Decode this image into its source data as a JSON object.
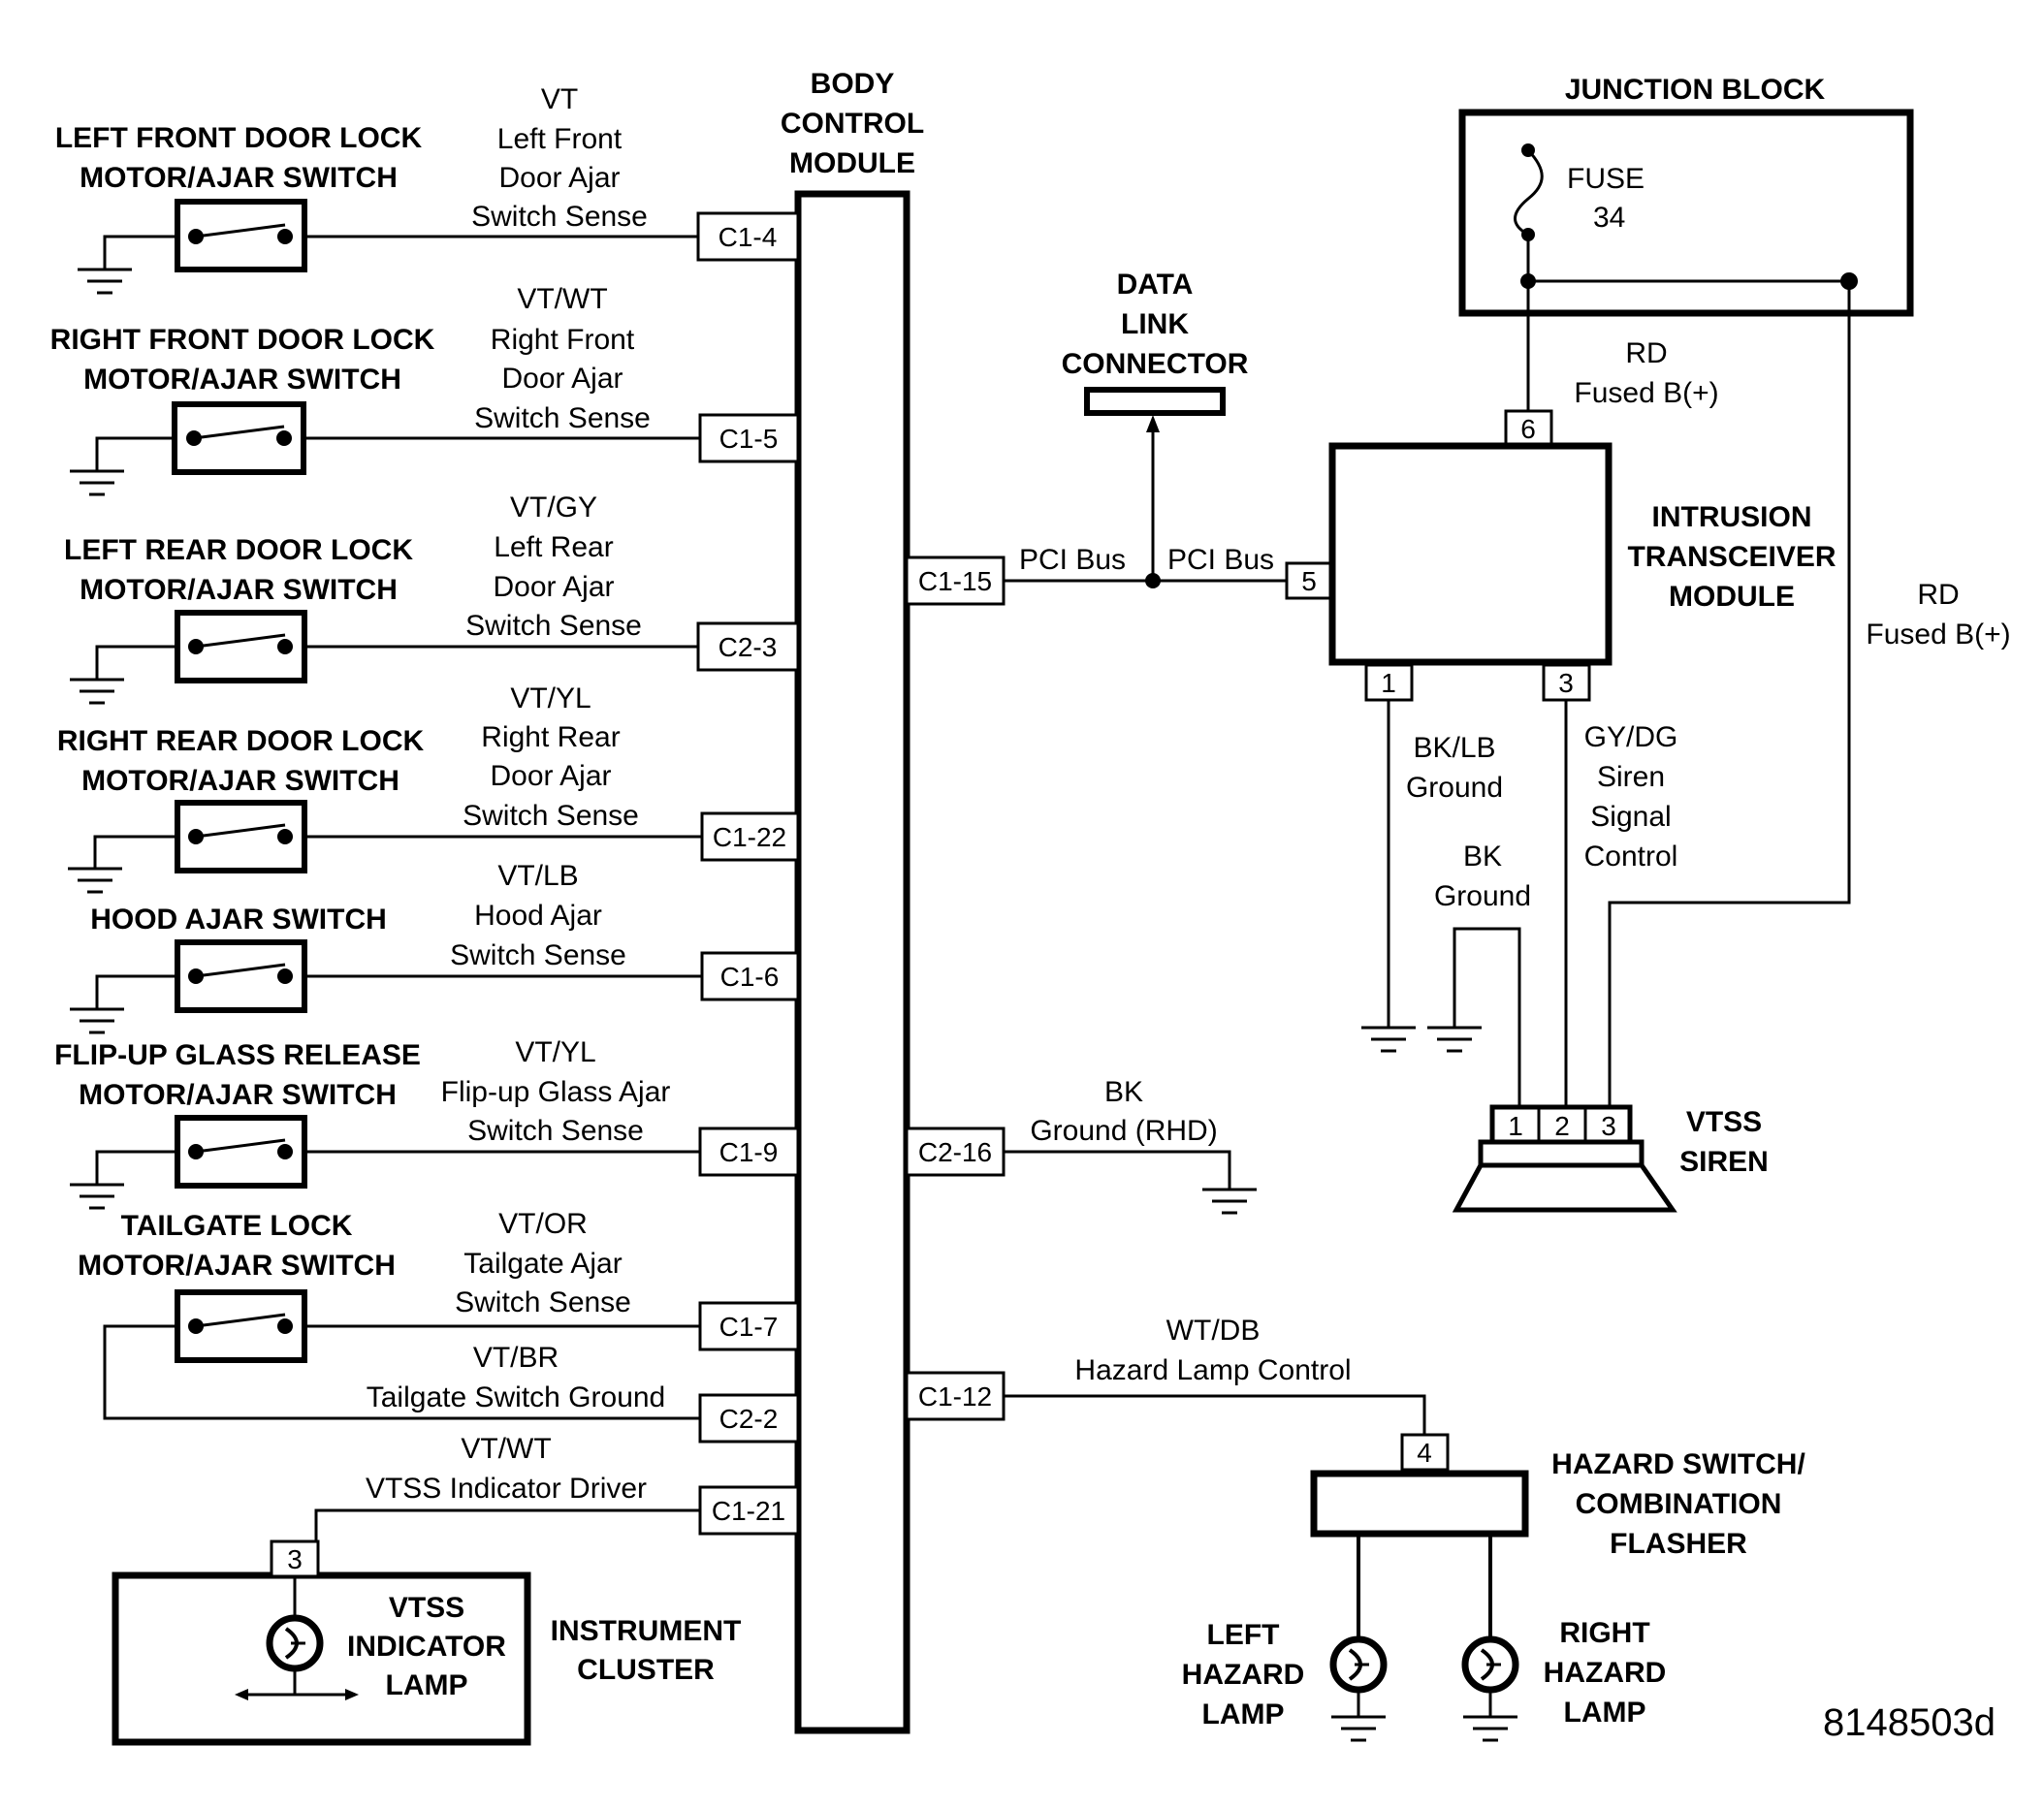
{
  "bcm": {
    "title": [
      "BODY",
      "CONTROL",
      "MODULE"
    ]
  },
  "junction": {
    "title": "JUNCTION BLOCK",
    "fuse": "FUSE",
    "fuse_no": "34"
  },
  "dlc": {
    "title": [
      "DATA",
      "LINK",
      "CONNECTOR"
    ]
  },
  "itm": {
    "title": [
      "INTRUSION",
      "TRANSCEIVER",
      "MODULE"
    ]
  },
  "switches": [
    {
      "title": [
        "LEFT FRONT DOOR LOCK",
        "MOTOR/AJAR SWITCH"
      ],
      "wire": [
        "VT",
        "Left Front",
        "Door Ajar",
        "Switch Sense"
      ],
      "pin": "C1-4"
    },
    {
      "title": [
        "RIGHT FRONT DOOR LOCK",
        "MOTOR/AJAR SWITCH"
      ],
      "wire": [
        "VT/WT",
        "Right Front",
        "Door Ajar",
        "Switch Sense"
      ],
      "pin": "C1-5"
    },
    {
      "title": [
        "LEFT REAR DOOR LOCK",
        "MOTOR/AJAR SWITCH"
      ],
      "wire": [
        "VT/GY",
        "Left Rear",
        "Door Ajar",
        "Switch Sense"
      ],
      "pin": "C2-3"
    },
    {
      "title": [
        "RIGHT REAR DOOR LOCK",
        "MOTOR/AJAR SWITCH"
      ],
      "wire": [
        "VT/YL",
        "Right Rear",
        "Door Ajar",
        "Switch Sense"
      ],
      "pin": "C1-22"
    },
    {
      "title": [
        "HOOD AJAR SWITCH"
      ],
      "wire": [
        "VT/LB",
        "Hood Ajar",
        "Switch Sense"
      ],
      "pin": "C1-6"
    },
    {
      "title": [
        "FLIP-UP GLASS RELEASE",
        "MOTOR/AJAR SWITCH"
      ],
      "wire": [
        "VT/YL",
        "Flip-up Glass Ajar",
        "Switch Sense"
      ],
      "pin": "C1-9"
    },
    {
      "title": [
        "TAILGATE LOCK",
        "MOTOR/AJAR SWITCH"
      ],
      "wire": [
        "VT/OR",
        "Tailgate Ajar",
        "Switch Sense"
      ],
      "pin": "C1-7"
    }
  ],
  "tailgate_ground": {
    "wire": [
      "VT/BR",
      "Tailgate Switch Ground"
    ],
    "pin": "C2-2"
  },
  "vtss_driver": {
    "wire": [
      "VT/WT",
      "VTSS Indicator Driver"
    ],
    "pin": "C1-21",
    "cluster_pin": "3"
  },
  "cluster": {
    "lamp": [
      "VTSS",
      "INDICATOR",
      "LAMP"
    ],
    "title": [
      "INSTRUMENT",
      "CLUSTER"
    ]
  },
  "pci": {
    "pin": "C1-15",
    "left_label": "PCI Bus",
    "right_label": "PCI Bus",
    "itm_pin": "5"
  },
  "fused_top": {
    "wire": [
      "RD",
      "Fused B(+)"
    ],
    "pin": "6"
  },
  "fused_right": {
    "wire": [
      "RD",
      "Fused B(+)"
    ]
  },
  "itm_ground": {
    "pin": "1",
    "wire": [
      "BK/LB",
      "Ground"
    ]
  },
  "siren_signal": {
    "pin": "3",
    "wire": [
      "GY/DG",
      "Siren",
      "Signal",
      "Control"
    ]
  },
  "siren_ground": {
    "wire": [
      "BK",
      "Ground"
    ]
  },
  "siren": {
    "title": [
      "VTSS",
      "SIREN"
    ],
    "pins": [
      "1",
      "2",
      "3"
    ]
  },
  "bcm_ground": {
    "pin": "C2-16",
    "wire": [
      "BK",
      "Ground (RHD)"
    ]
  },
  "hazard": {
    "pin": "C1-12",
    "wire": [
      "WT/DB",
      "Hazard Lamp Control"
    ],
    "switch_pin": "4",
    "title": [
      "HAZARD SWITCH/",
      "COMBINATION",
      "FLASHER"
    ]
  },
  "left_lamp": [
    "LEFT",
    "HAZARD",
    "LAMP"
  ],
  "right_lamp": [
    "RIGHT",
    "HAZARD",
    "LAMP"
  ],
  "figure_id": "8148503d"
}
